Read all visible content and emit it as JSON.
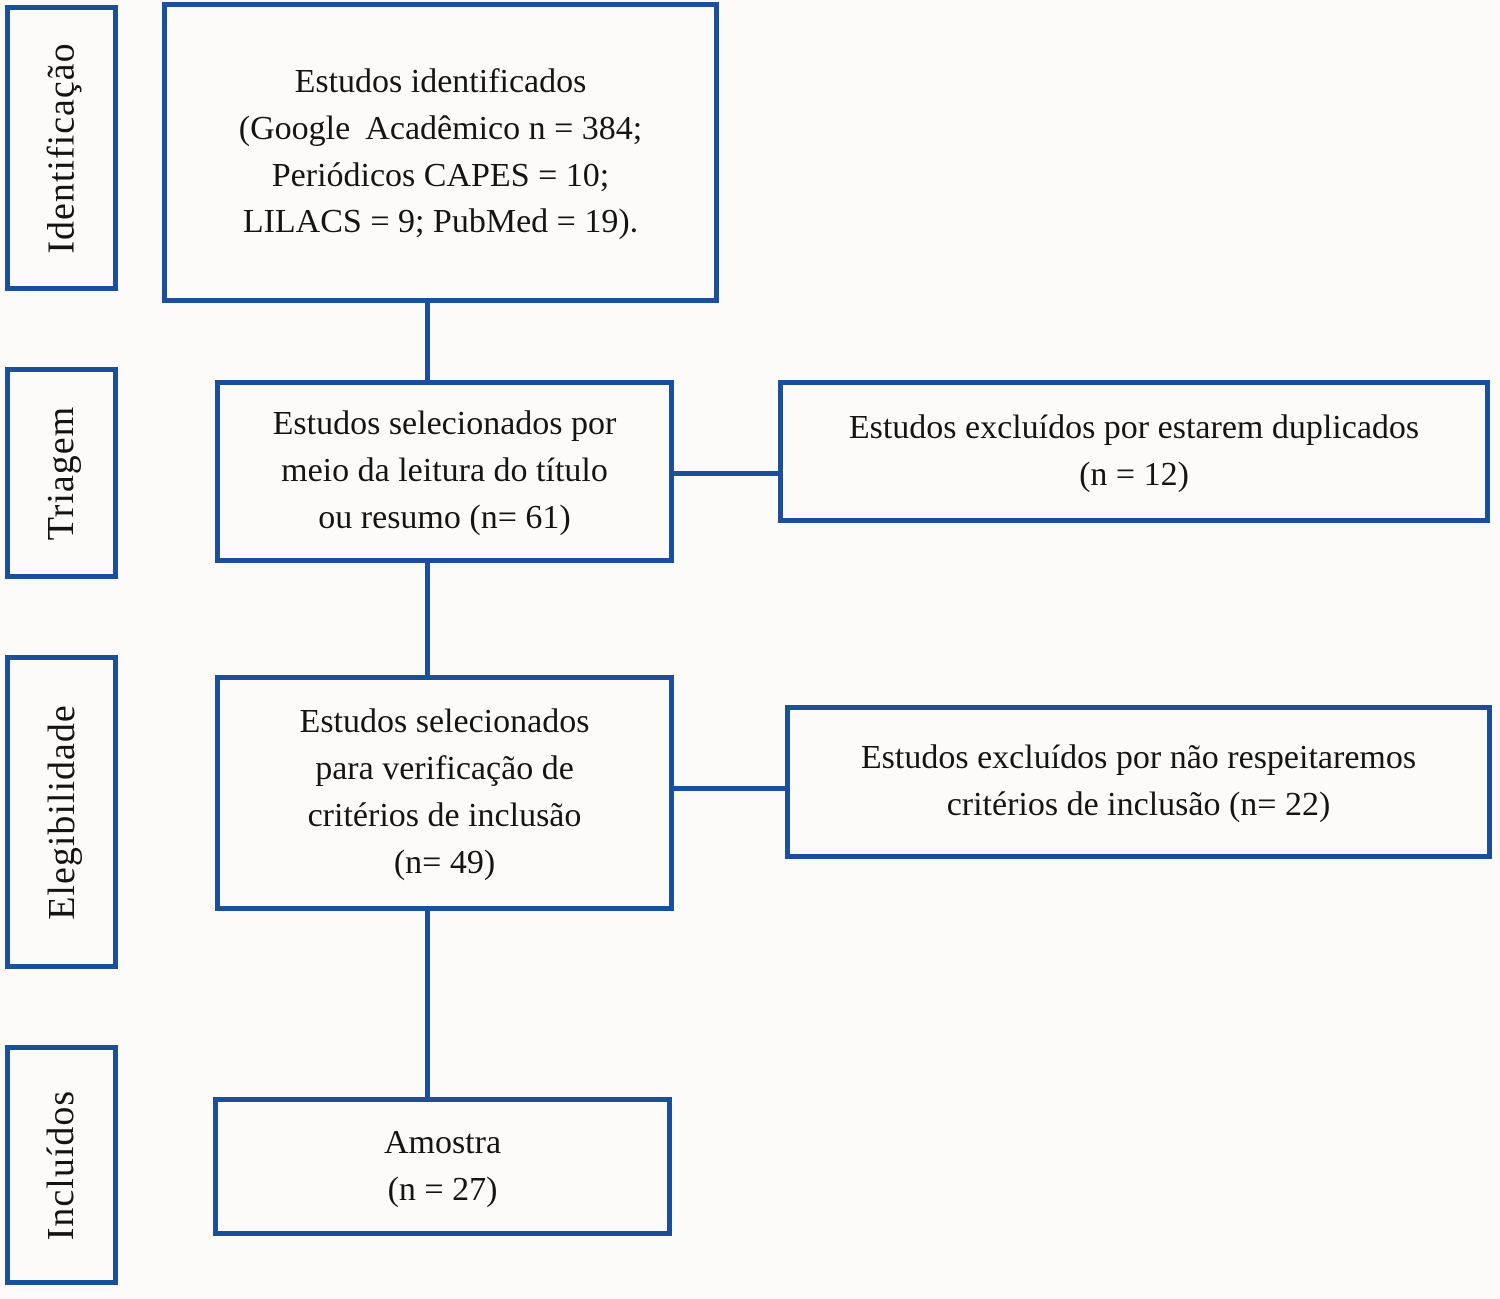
{
  "diagram": {
    "type": "prisma-flow",
    "colors": {
      "border": "#1B4E9B",
      "text": "#141414",
      "background": "#FCFBFA"
    },
    "stages": [
      {
        "label": "Identificação"
      },
      {
        "label": "Triagem"
      },
      {
        "label": "Elegibilidade"
      },
      {
        "label": "Incluídos"
      }
    ],
    "boxes": {
      "identified": {
        "lines": [
          "Estudos identificados",
          "(Google  Acadêmico n = 384;",
          "Periódicos CAPES = 10;",
          "LILACS = 9; PubMed = 19)."
        ],
        "n_values": {
          "google_academico": 384,
          "periodicos_capes": 10,
          "lilacs": 9,
          "pubmed": 19
        }
      },
      "screened": {
        "lines": [
          "Estudos selecionados por",
          "meio da leitura do título",
          "ou resumo (n= 61)"
        ],
        "n": 61
      },
      "excluded_duplicates": {
        "lines": [
          "Estudos excluídos por estarem duplicados",
          "(n = 12)"
        ],
        "n": 12
      },
      "eligibility": {
        "lines": [
          "Estudos selecionados",
          "para verificação de",
          "critérios de inclusão",
          "(n= 49)"
        ],
        "n": 49
      },
      "excluded_criteria": {
        "lines": [
          "Estudos excluídos por não respeitaremos",
          "critérios de inclusão (n= 22)"
        ],
        "n": 22
      },
      "included": {
        "lines": [
          "Amostra",
          "(n = 27)"
        ],
        "n": 27
      }
    }
  }
}
